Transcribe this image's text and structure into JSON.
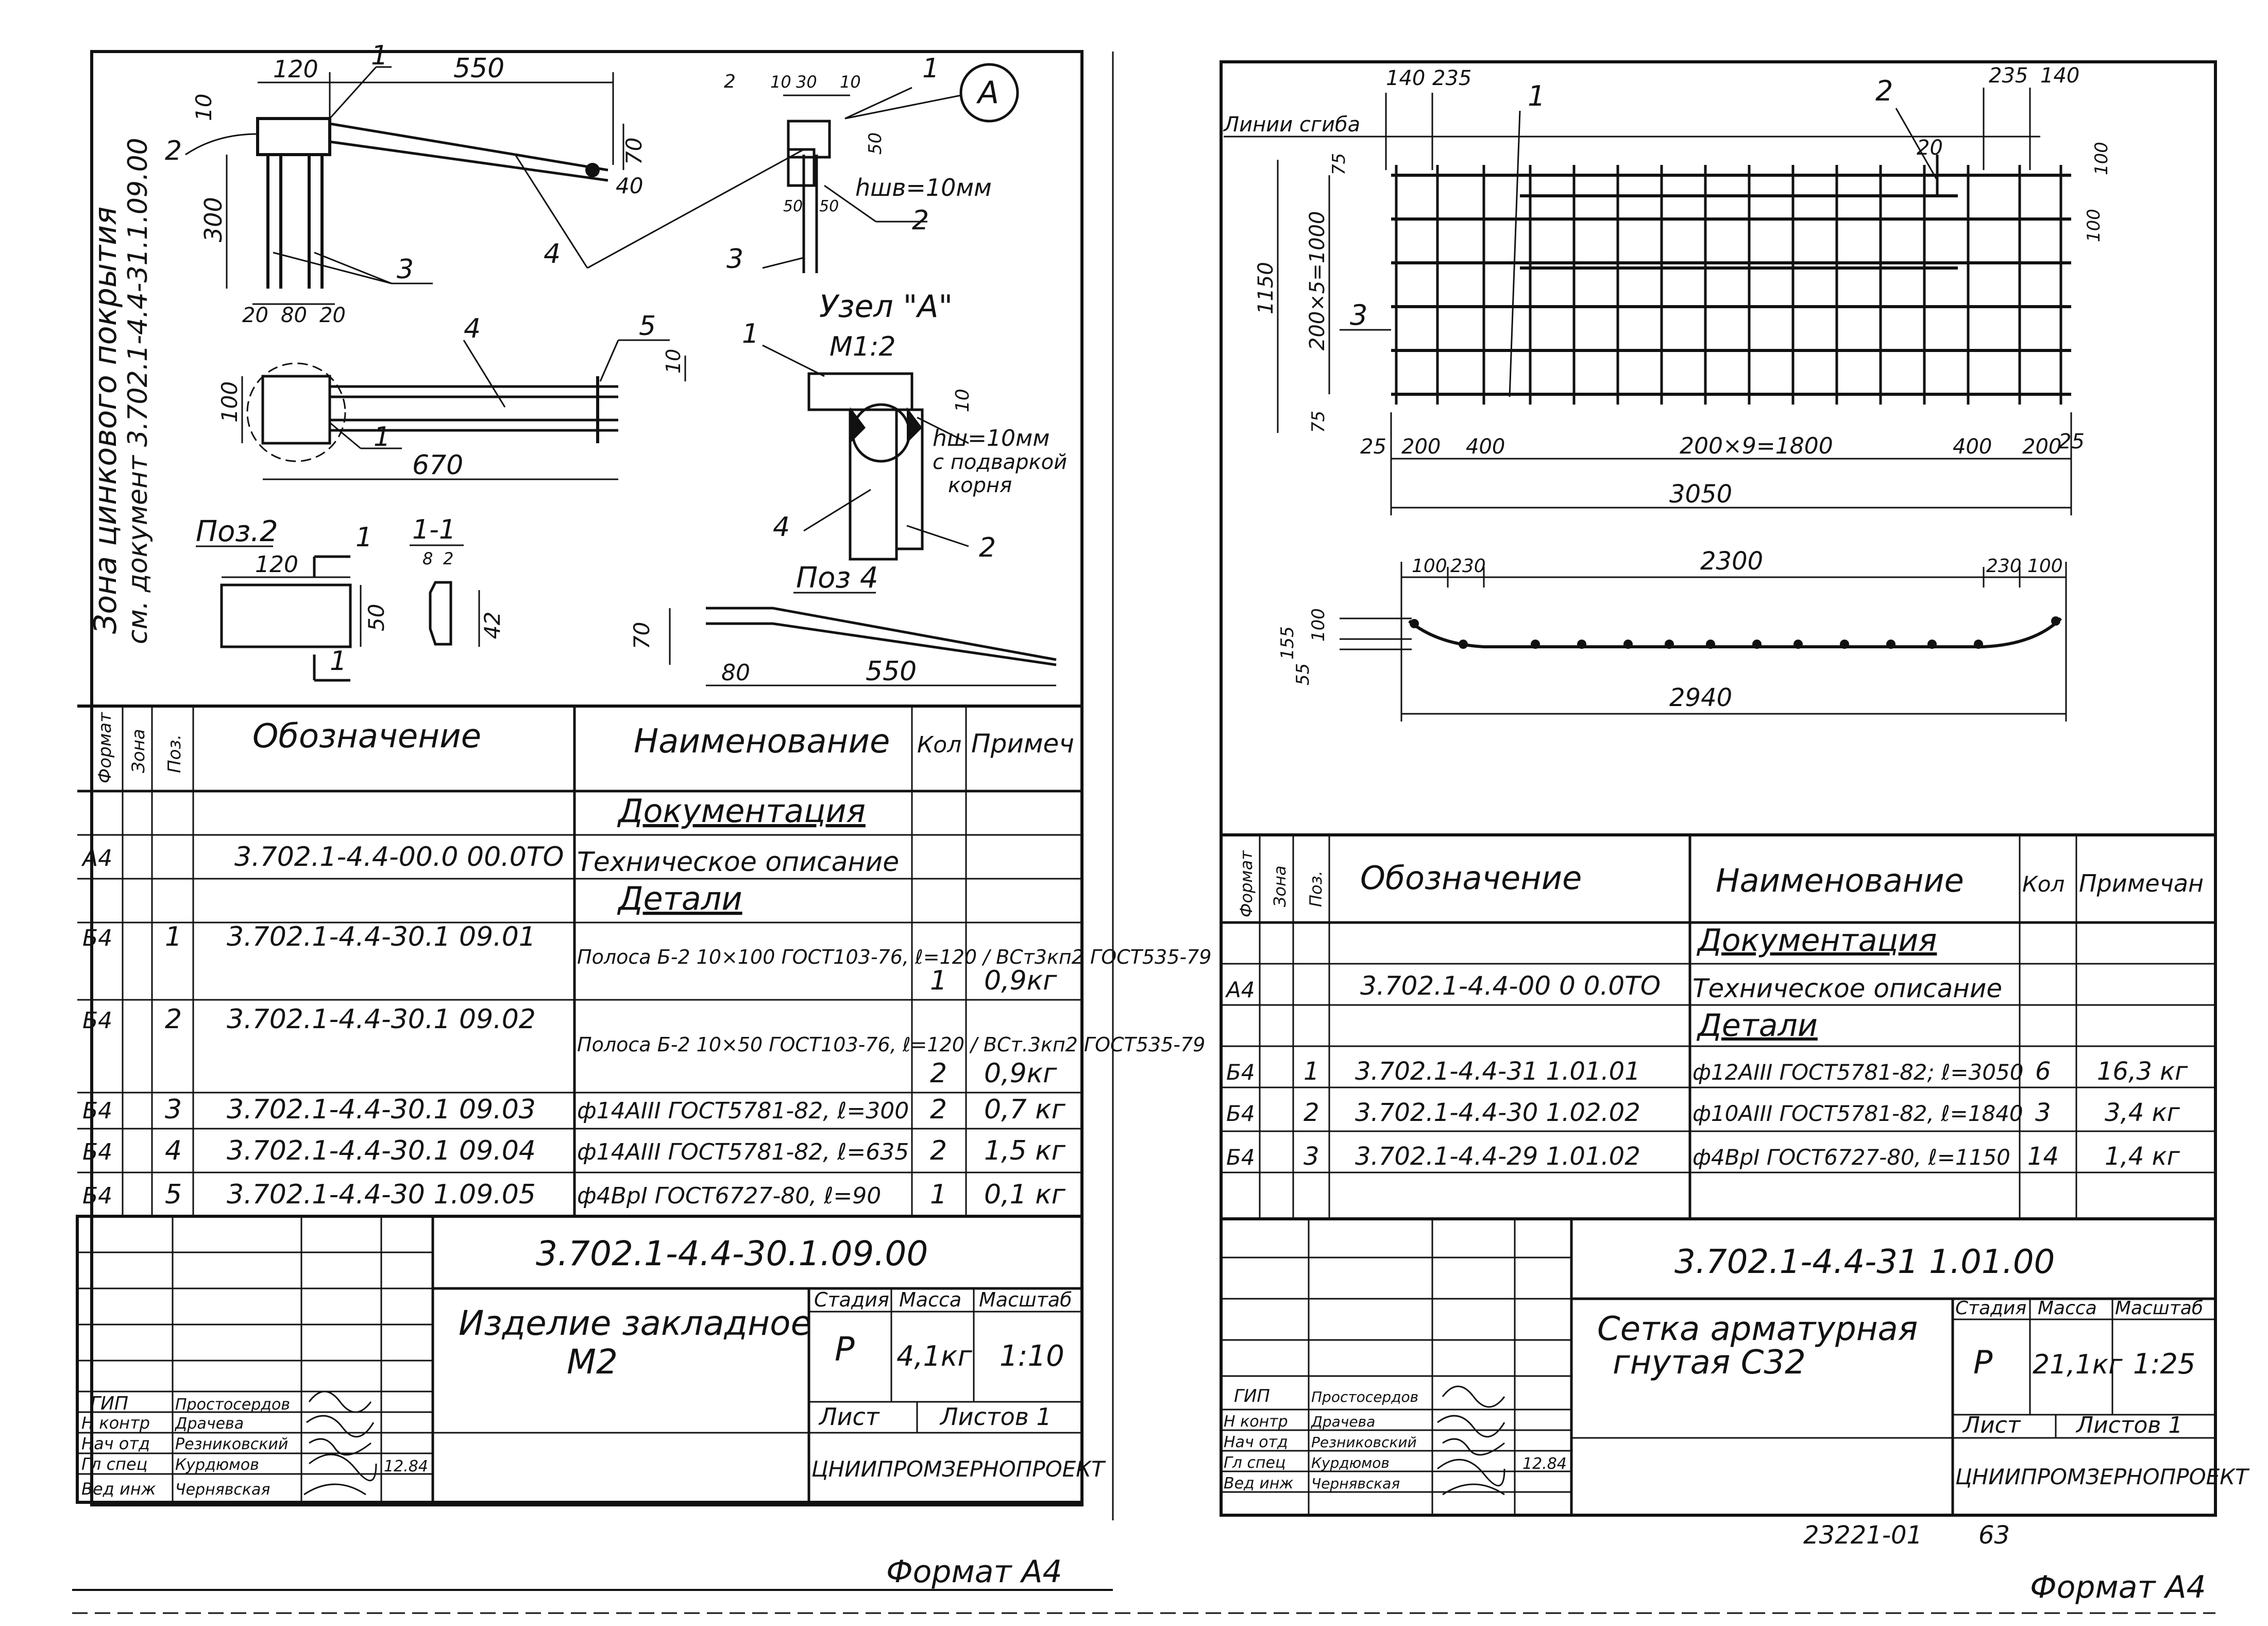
{
  "left_sheet": {
    "drawing": {
      "labels": {
        "d120": "120",
        "d550": "550",
        "d10a": "10",
        "d70": "70",
        "d40": "40",
        "d300": "300",
        "d20a": "20",
        "d80": "80",
        "d20b": "20",
        "d100": "100",
        "d670": "670",
        "d10b": "10",
        "p1": "1",
        "p2": "2",
        "p3": "3",
        "p4": "4",
        "p5": "5",
        "n2": "2",
        "n1": "1",
        "n3": "3",
        "n2b": "2",
        "s10a": "10",
        "s30": "30",
        "s10b": "10",
        "s50": "50",
        "s50a": "50",
        "s50b": "50",
        "node_mark": "А",
        "weld": "hшв=10мм",
        "node_title": "Узел \"А\"",
        "node_scale": "М1:2",
        "node_p1": "1",
        "node_p4": "4",
        "node_p2": "2",
        "node_10": "10",
        "node_weld1": "hш=10мм",
        "node_weld2": "с подваркой",
        "node_weld3": "корня",
        "zone1": "Зона цинкового покрытия",
        "zone2": "см. документ 3.702.1-4.4-31.1.09.00",
        "pos2_title": "Поз.2",
        "pos2_120": "120",
        "pos2_50": "50",
        "cut_1a": "1",
        "cut_1b": "1",
        "sec_title": "1-1",
        "sec_8": "8",
        "sec_2": "2",
        "sec_42": "42",
        "pos4_title": "Поз 4",
        "pos4_70": "70",
        "pos4_80": "80",
        "pos4_550": "550"
      }
    },
    "spec": {
      "headers": {
        "format": "Формат",
        "zone": "Зона",
        "pos": "Поз.",
        "designation": "Обозначение",
        "name": "Наименование",
        "qty": "Кол",
        "note": "Примеч"
      },
      "section_docs": "Документация",
      "section_parts": "Детали",
      "rows": [
        {
          "format": "А4",
          "pos": "",
          "designation": "3.702.1-4.4-00.0 00.0ТО",
          "name": "Техническое описание",
          "qty": "",
          "note": ""
        },
        {
          "format": "Б4",
          "pos": "1",
          "designation": "3.702.1-4.4-30.1 09.01",
          "name": "Полоса Б-2 10×100 ГОСТ103-76, ℓ=120 / ВСт3кп2 ГОСТ535-79",
          "qty": "1",
          "note": "0,9кг"
        },
        {
          "format": "Б4",
          "pos": "2",
          "designation": "3.702.1-4.4-30.1 09.02",
          "name": "Полоса Б-2 10×50 ГОСТ103-76, ℓ=120 / ВСт.3кп2 ГОСТ535-79",
          "qty": "2",
          "note": "0,9кг"
        },
        {
          "format": "Б4",
          "pos": "3",
          "designation": "3.702.1-4.4-30.1 09.03",
          "name": "ф14АIII ГОСТ5781-82, ℓ=300",
          "qty": "2",
          "note": "0,7 кг"
        },
        {
          "format": "Б4",
          "pos": "4",
          "designation": "3.702.1-4.4-30.1 09.04",
          "name": "ф14АIII ГОСТ5781-82, ℓ=635",
          "qty": "2",
          "note": "1,5 кг"
        },
        {
          "format": "Б4",
          "pos": "5",
          "designation": "3.702.1-4.4-30 1.09.05",
          "name": "ф4ВрI ГОСТ6727-80, ℓ=90",
          "qty": "1",
          "note": "0,1 кг"
        }
      ]
    },
    "title_block": {
      "code": "3.702.1-4.4-30.1.09.00",
      "title_line1": "Изделие закладное",
      "title_line2": "М2",
      "stage_label": "Стадия",
      "mass_label": "Масса",
      "scale_label": "Масштаб",
      "stage": "Р",
      "mass": "4,1кг",
      "scale": "1:10",
      "sheet_label": "Лист",
      "sheets_label": "Листов 1",
      "org": "ЦНИИПРОМЗЕРНОПРОЕКТ",
      "roles": [
        "ГИП",
        "Н контр",
        "Нач отд",
        "Гл спец",
        "Вед инж"
      ],
      "names": [
        "Простосердов",
        "Драчева",
        "Резниковский",
        "Курдюмов",
        "Чернявская"
      ],
      "date": "12.84"
    },
    "format_label": "Формат А4"
  },
  "right_sheet": {
    "drawing": {
      "labels": {
        "d140a": "140",
        "d235a": "235",
        "d235b": "235",
        "d140b": "140",
        "bend_lines": "Линии сгиба",
        "p1": "1",
        "p2": "2",
        "p3": "3",
        "d20": "20",
        "d75a": "75",
        "d75b": "75",
        "d100a": "100",
        "d100b": "100",
        "d1150": "1150",
        "dy": "200×5=1000",
        "d25a": "25",
        "d200a": "200",
        "d400a": "400",
        "dx": "200×9=1800",
        "d400b": "400",
        "d200b": "200",
        "d25b": "25",
        "d3050": "3050",
        "e100a": "100",
        "e230a": "230",
        "e2300": "2300",
        "e230b": "230",
        "e100b": "100",
        "e155": "155",
        "e100c": "100",
        "e55": "55",
        "e2940": "2940"
      }
    },
    "spec": {
      "headers": {
        "format": "Формат",
        "zone": "Зона",
        "pos": "Поз.",
        "designation": "Обозначение",
        "name": "Наименование",
        "qty": "Кол",
        "note": "Примечан"
      },
      "section_docs": "Документация",
      "section_parts": "Детали",
      "rows": [
        {
          "format": "А4",
          "pos": "",
          "designation": "3.702.1-4.4-00 0 0.0ТО",
          "name": "Техническое описание",
          "qty": "",
          "note": ""
        },
        {
          "format": "Б4",
          "pos": "1",
          "designation": "3.702.1-4.4-31 1.01.01",
          "name": "ф12АIII ГОСТ5781-82; ℓ=3050",
          "qty": "6",
          "note": "16,3 кг"
        },
        {
          "format": "Б4",
          "pos": "2",
          "designation": "3.702.1-4.4-30 1.02.02",
          "name": "ф10АIII ГОСТ5781-82, ℓ=1840",
          "qty": "3",
          "note": "3,4 кг"
        },
        {
          "format": "Б4",
          "pos": "3",
          "designation": "3.702.1-4.4-29 1.01.02",
          "name": "ф4ВрI ГОСТ6727-80, ℓ=1150",
          "qty": "14",
          "note": "1,4 кг"
        }
      ]
    },
    "title_block": {
      "code": "3.702.1-4.4-31 1.01.00",
      "title_line1": "Сетка арматурная",
      "title_line2": "гнутая С32",
      "stage_label": "Стадия",
      "mass_label": "Масса",
      "scale_label": "Масштаб",
      "stage": "Р",
      "mass": "21,1кг",
      "scale": "1:25",
      "sheet_label": "Лист",
      "sheets_label": "Листов 1",
      "org": "ЦНИИПРОМЗЕРНОПРОЕКТ",
      "roles": [
        "ГИП",
        "Н контр",
        "Нач отд",
        "Гл спец",
        "Вед инж"
      ],
      "names": [
        "Простосердов",
        "Драчева",
        "Резниковский",
        "Курдюмов",
        "Чернявская"
      ],
      "date": "12.84"
    },
    "album_number": "23221-01",
    "page_number": "63",
    "format_label": "Формат А4"
  }
}
